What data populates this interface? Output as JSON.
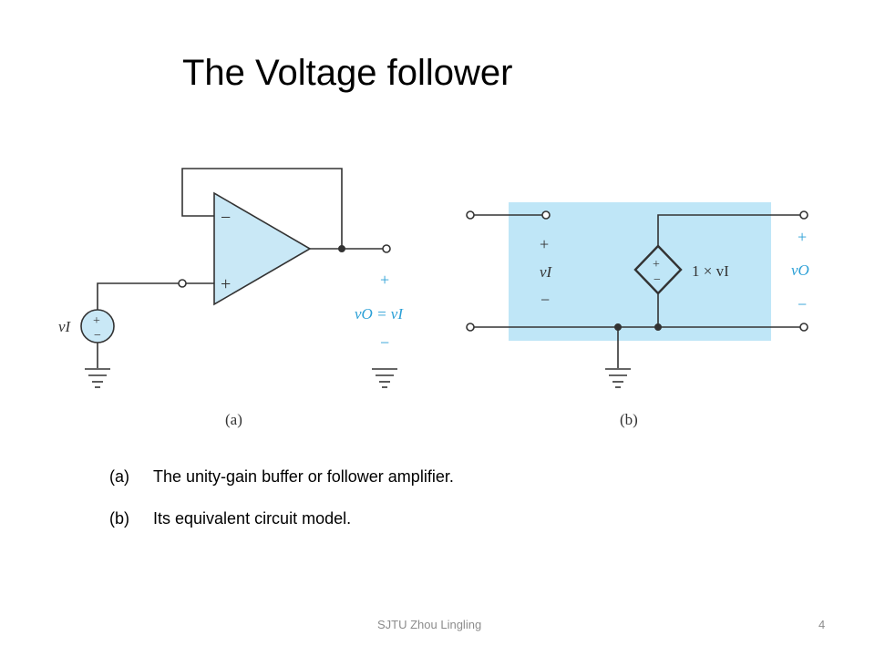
{
  "slide": {
    "title": "The Voltage follower",
    "captions": [
      {
        "tag": "(a)",
        "text": "The unity-gain buffer or follower amplifier."
      },
      {
        "tag": "(b)",
        "text": "Its equivalent circuit model."
      }
    ],
    "footer": {
      "left": "SJTU   Zhou Lingling",
      "page_number": "4"
    }
  },
  "figure_a": {
    "label": "(a)",
    "minus_sign": "−",
    "plus_sign": "+",
    "source_label": "vI",
    "out_plus": "+",
    "out_expr": "vO = vI",
    "out_minus": "−"
  },
  "figure_b": {
    "label": "(b)",
    "in_plus": "+",
    "in_label": "vI",
    "in_minus": "−",
    "gain_label": "1 × vI",
    "out_plus": "+",
    "out_label": "vO",
    "out_minus": "−"
  },
  "colors": {
    "fill": "#c9e8f6",
    "box": "#bfe6f7",
    "accent": "#2a9fd6",
    "line": "#333333"
  }
}
